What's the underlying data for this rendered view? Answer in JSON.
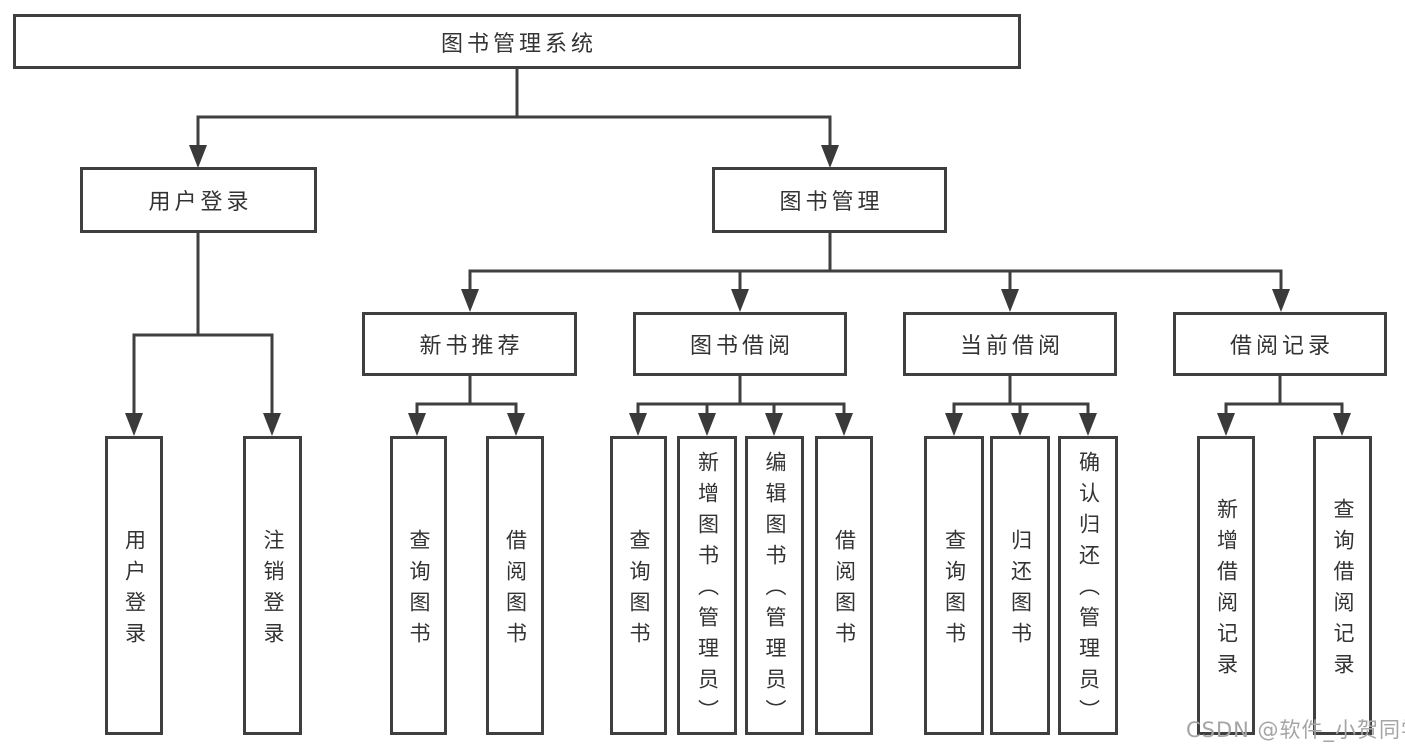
{
  "diagram": {
    "title": "图书管理系统",
    "watermark": "CSDN @软件_小贺同学",
    "colors": {
      "line": "#3f3f3f",
      "box_border": "#3f3f3f",
      "box_background": "#ffffff",
      "text": "#333333",
      "watermark": "#a5a5a5",
      "page_background": "#ffffff"
    },
    "nodes": {
      "root": {
        "label": "图书管理系统"
      },
      "user_login": {
        "label": "用户登录"
      },
      "book_mgmt": {
        "label": "图书管理"
      },
      "new_book_rec": {
        "label": "新书推荐"
      },
      "book_borrow": {
        "label": "图书借阅"
      },
      "current_borrow": {
        "label": "当前借阅"
      },
      "borrow_record": {
        "label": "借阅记录"
      },
      "leaf_user_login": {
        "label": "用户登录"
      },
      "leaf_logout": {
        "label": "注销登录"
      },
      "leaf_query_book_1": {
        "label": "查询图书"
      },
      "leaf_borrow_book_1": {
        "label": "借阅图书"
      },
      "leaf_query_book_2": {
        "label": "查询图书"
      },
      "leaf_add_book": {
        "label": "新增图书（管理员）"
      },
      "leaf_edit_book": {
        "label": "编辑图书（管理员）"
      },
      "leaf_borrow_book_2": {
        "label": "借阅图书"
      },
      "leaf_query_book_3": {
        "label": "查询图书"
      },
      "leaf_return_book": {
        "label": "归还图书"
      },
      "leaf_confirm_return": {
        "label": "确认归还（管理员）"
      },
      "leaf_add_borrow_record": {
        "label": "新增借阅记录"
      },
      "leaf_query_borrow_record": {
        "label": "查询借阅记录"
      }
    },
    "edges": [
      {
        "from": "root",
        "to": "user_login"
      },
      {
        "from": "root",
        "to": "book_mgmt"
      },
      {
        "from": "user_login",
        "to": "leaf_user_login"
      },
      {
        "from": "user_login",
        "to": "leaf_logout"
      },
      {
        "from": "book_mgmt",
        "to": "new_book_rec"
      },
      {
        "from": "book_mgmt",
        "to": "book_borrow"
      },
      {
        "from": "book_mgmt",
        "to": "current_borrow"
      },
      {
        "from": "book_mgmt",
        "to": "borrow_record"
      },
      {
        "from": "new_book_rec",
        "to": "leaf_query_book_1"
      },
      {
        "from": "new_book_rec",
        "to": "leaf_borrow_book_1"
      },
      {
        "from": "book_borrow",
        "to": "leaf_query_book_2"
      },
      {
        "from": "book_borrow",
        "to": "leaf_add_book"
      },
      {
        "from": "book_borrow",
        "to": "leaf_edit_book"
      },
      {
        "from": "book_borrow",
        "to": "leaf_borrow_book_2"
      },
      {
        "from": "current_borrow",
        "to": "leaf_query_book_3"
      },
      {
        "from": "current_borrow",
        "to": "leaf_return_book"
      },
      {
        "from": "current_borrow",
        "to": "leaf_confirm_return"
      },
      {
        "from": "borrow_record",
        "to": "leaf_add_borrow_record"
      },
      {
        "from": "borrow_record",
        "to": "leaf_query_borrow_record"
      }
    ]
  }
}
